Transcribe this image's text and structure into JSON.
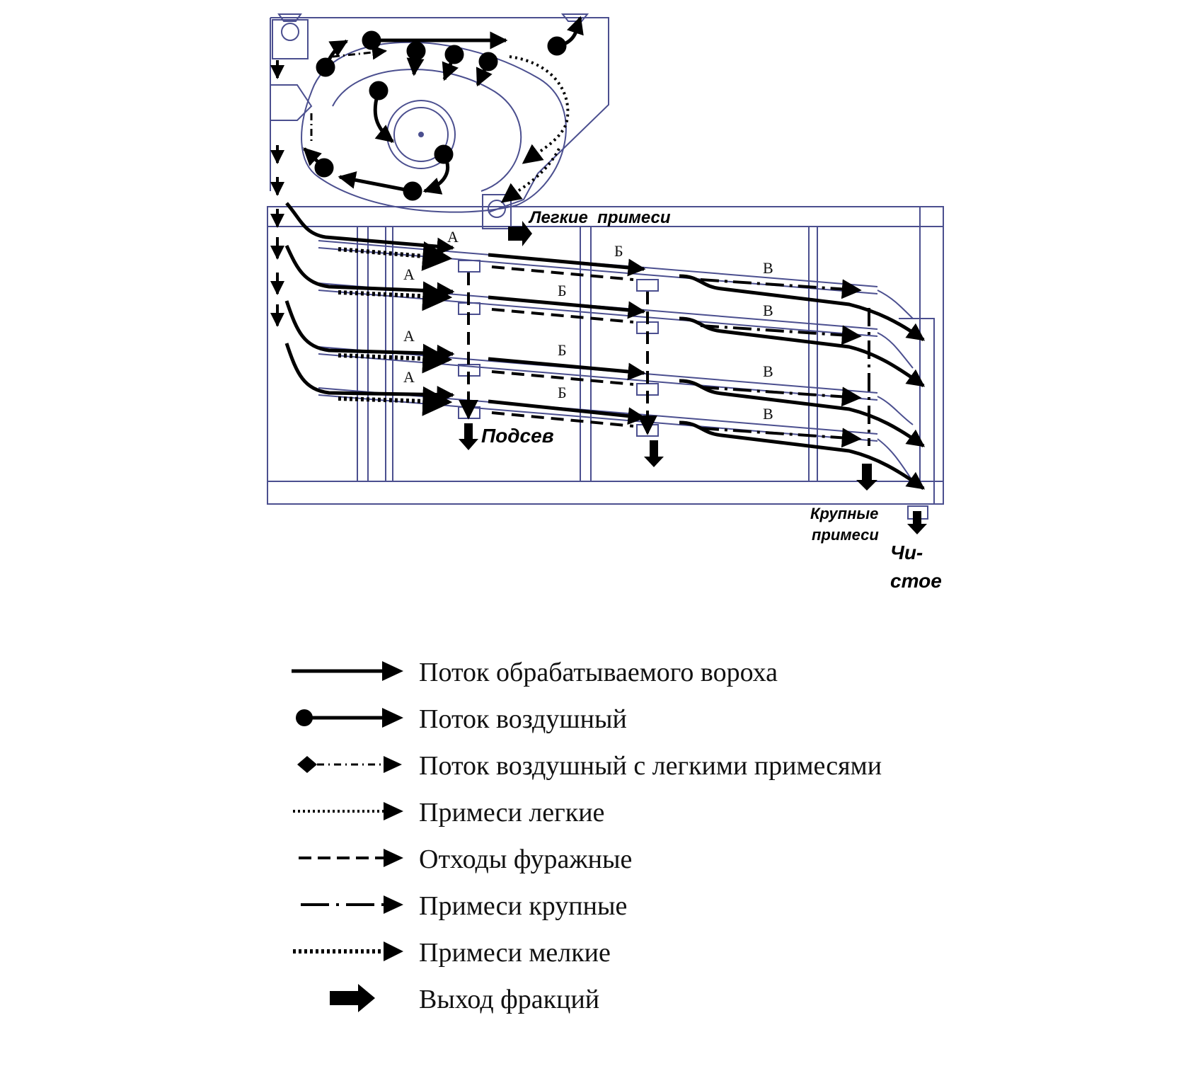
{
  "labels": {
    "light_impurities": "Легкие  примеси",
    "undersow": "Подсев",
    "large_impurities_line1": "Крупные",
    "large_impurities_line2": "примеси",
    "clean_line1": "Чи-",
    "clean_line2": "стое"
  },
  "sections": {
    "a": "А",
    "b": "Б",
    "v": "В"
  },
  "legend": [
    {
      "label": "Поток обрабатываемого вороха",
      "style": "solid"
    },
    {
      "label": "Поток воздушный",
      "style": "dot-start"
    },
    {
      "label": "Поток воздушный с легкими примесями",
      "style": "diamond-dashdot"
    },
    {
      "label": "Примеси легкие",
      "style": "dotted"
    },
    {
      "label": "Отходы фуражные",
      "style": "dashed"
    },
    {
      "label": "Примеси крупные",
      "style": "long-dash-dot"
    },
    {
      "label": "Примеси мелкие",
      "style": "thick-dotted"
    },
    {
      "label": "Выход фракций",
      "style": "block-arrow"
    }
  ],
  "colors": {
    "structure": "#4b4f8f",
    "flow": "#000000"
  }
}
